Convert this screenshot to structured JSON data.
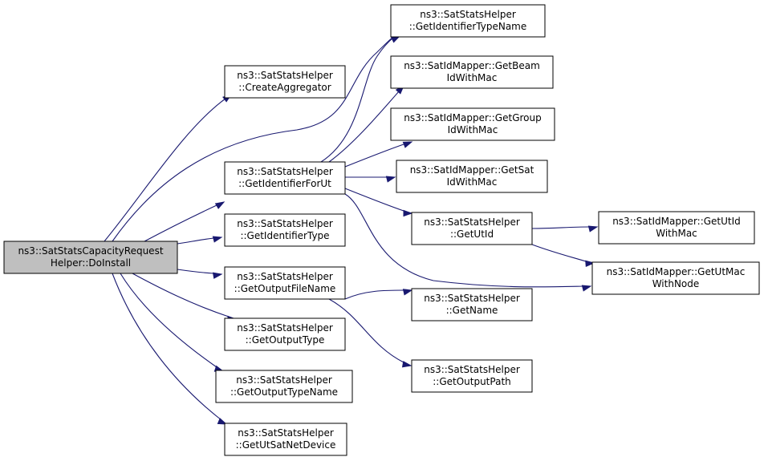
{
  "diagram": {
    "nodes": [
      {
        "id": "root",
        "lines": [
          "ns3::SatStatsCapacityRequest",
          "Helper::DoInstall"
        ],
        "root": true
      },
      {
        "id": "createAgg",
        "lines": [
          "ns3::SatStatsHelper",
          "::CreateAggregator"
        ]
      },
      {
        "id": "getIdForUt",
        "lines": [
          "ns3::SatStatsHelper",
          "::GetIdentifierForUt"
        ]
      },
      {
        "id": "getIdType",
        "lines": [
          "ns3::SatStatsHelper",
          "::GetIdentifierType"
        ]
      },
      {
        "id": "getOutFile",
        "lines": [
          "ns3::SatStatsHelper",
          "::GetOutputFileName"
        ]
      },
      {
        "id": "getOutType",
        "lines": [
          "ns3::SatStatsHelper",
          "::GetOutputType"
        ]
      },
      {
        "id": "getOutTypeName",
        "lines": [
          "ns3::SatStatsHelper",
          "::GetOutputTypeName"
        ]
      },
      {
        "id": "getUtSat",
        "lines": [
          "ns3::SatStatsHelper",
          "::GetUtSatNetDevice"
        ]
      },
      {
        "id": "getIdTypeName",
        "lines": [
          "ns3::SatStatsHelper",
          "::GetIdentifierTypeName"
        ]
      },
      {
        "id": "beam",
        "lines": [
          "ns3::SatIdMapper::GetBeam",
          "IdWithMac"
        ]
      },
      {
        "id": "group",
        "lines": [
          "ns3::SatIdMapper::GetGroup",
          "IdWithMac"
        ]
      },
      {
        "id": "sat",
        "lines": [
          "ns3::SatIdMapper::GetSat",
          "IdWithMac"
        ]
      },
      {
        "id": "getUtId",
        "lines": [
          "ns3::SatStatsHelper",
          "::GetUtId"
        ]
      },
      {
        "id": "getName",
        "lines": [
          "ns3::SatStatsHelper",
          "::GetName"
        ]
      },
      {
        "id": "getOutPath",
        "lines": [
          "ns3::SatStatsHelper",
          "::GetOutputPath"
        ]
      },
      {
        "id": "utIdMac",
        "lines": [
          "ns3::SatIdMapper::GetUtId",
          "WithMac"
        ]
      },
      {
        "id": "utMacNode",
        "lines": [
          "ns3::SatIdMapper::GetUtMac",
          "WithNode"
        ]
      }
    ],
    "edges": [
      {
        "from": "root",
        "to": "createAgg"
      },
      {
        "from": "root",
        "to": "getIdTypeName"
      },
      {
        "from": "root",
        "to": "getIdForUt"
      },
      {
        "from": "root",
        "to": "getIdType"
      },
      {
        "from": "root",
        "to": "getOutFile"
      },
      {
        "from": "root",
        "to": "getOutType"
      },
      {
        "from": "root",
        "to": "getOutTypeName"
      },
      {
        "from": "root",
        "to": "getUtSat"
      },
      {
        "from": "getIdForUt",
        "to": "getIdTypeName"
      },
      {
        "from": "getIdForUt",
        "to": "beam"
      },
      {
        "from": "getIdForUt",
        "to": "group"
      },
      {
        "from": "getIdForUt",
        "to": "sat"
      },
      {
        "from": "getIdForUt",
        "to": "getUtId"
      },
      {
        "from": "getIdForUt",
        "to": "utMacNode"
      },
      {
        "from": "getOutFile",
        "to": "getName"
      },
      {
        "from": "getOutFile",
        "to": "getOutPath"
      },
      {
        "from": "getUtId",
        "to": "utIdMac"
      },
      {
        "from": "getUtId",
        "to": "utMacNode"
      }
    ]
  }
}
